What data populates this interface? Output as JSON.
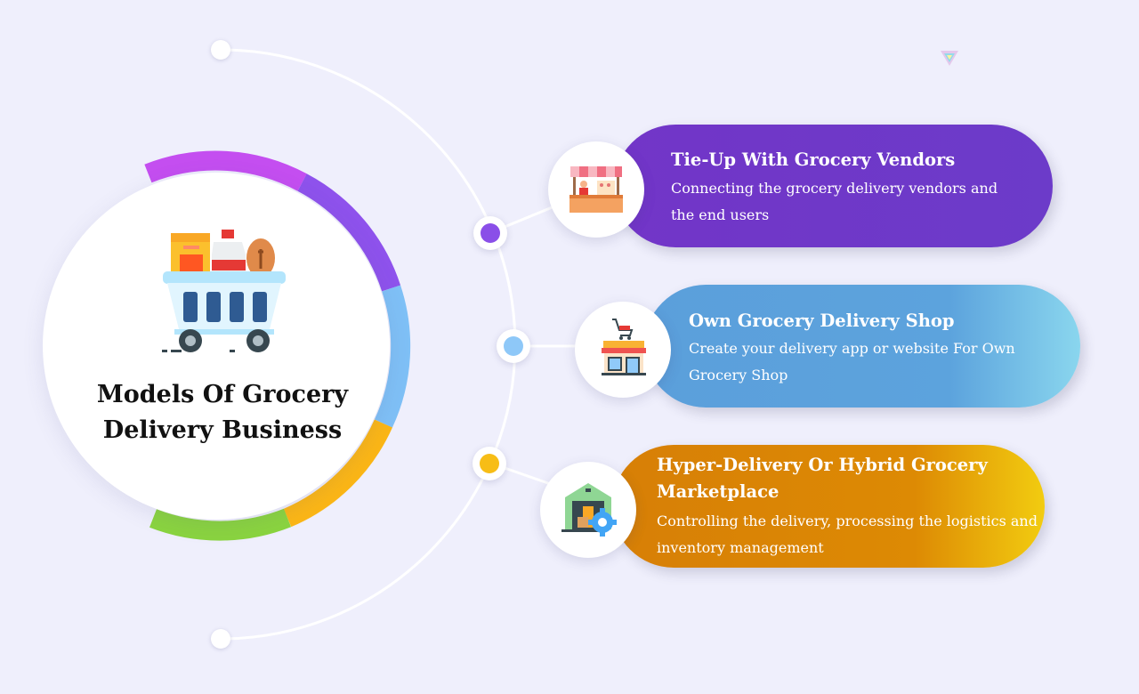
{
  "main": {
    "title_line1": "Models Of Grocery",
    "title_line2": "Delivery Business"
  },
  "models": [
    {
      "title": "Tie-Up With Grocery Vendors",
      "desc_line1": "Connecting the grocery delivery vendors and",
      "desc_line2": "the end users",
      "icon": "vendor-stall-icon",
      "color": "#6f37c9",
      "dot_color": "#8a4fe8"
    },
    {
      "title": "Own Grocery Delivery Shop",
      "desc_line1": "Create your delivery app or website For Own",
      "desc_line2": "Grocery Shop",
      "icon": "shop-with-cart-icon",
      "color": "#5ba1dc",
      "dot_color": "#8ec8f8"
    },
    {
      "title_line1": "Hyper-Delivery Or Hybrid Grocery",
      "title_line2": "Marketplace",
      "desc_line1": "Controlling the delivery, processing the logistics and",
      "desc_line2": "inventory management",
      "icon": "warehouse-gear-icon",
      "color": "#d98306",
      "dot_color": "#f7bd16"
    }
  ],
  "ring_colors": [
    "#c44ef0",
    "#8e52ec",
    "#7fc0f6",
    "#fbb616",
    "#8ad43f"
  ],
  "main_icon": "grocery-basket-icon",
  "logo_icon": "brand-logo-icon"
}
